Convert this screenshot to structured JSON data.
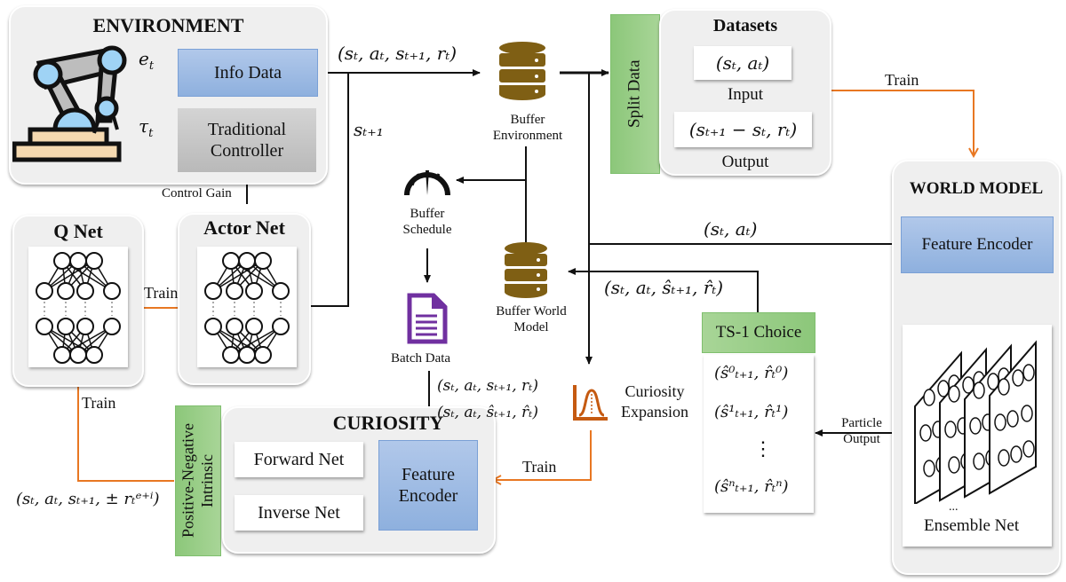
{
  "environment": {
    "title": "ENVIRONMENT",
    "info_data": "Info Data",
    "traditional_controller": "Traditional Controller",
    "input_signal": "e_t",
    "output_signal": "τ_t"
  },
  "flows": {
    "transition": "(sₜ, aₜ, sₜ₊₁, rₜ)",
    "next_state": "sₜ₊₁",
    "control_gain": "Control Gain",
    "state_action": "(sₜ, aₜ)",
    "model_transition": "(sₜ, aₜ, ŝₜ₊₁, r̂ₜ)",
    "batch_real": "(sₜ, aₜ, sₜ₊₁, rₜ)",
    "batch_model": "(sₜ, aₜ, ŝₜ₊₁, r̂ₜ)",
    "intrinsic_tuple": "(sₜ, aₜ, sₜ₊₁, ± rₜᵉ⁺ⁱ)",
    "particle_output": "Particle Output"
  },
  "train_labels": {
    "qnet_to_actor": "Train",
    "datasets_to_world": "Train",
    "curiosity_to_feature": "Train",
    "intrinsic_to_qnet": "Train"
  },
  "buffers": {
    "environment": "Buffer Environment",
    "world_model": "Buffer World Model",
    "schedule": "Buffer Schedule",
    "batch_data": "Batch Data"
  },
  "datasets": {
    "title": "Datasets",
    "split": "Split Data",
    "input_value": "(sₜ, aₜ)",
    "input_label": "Input",
    "output_value": "(sₜ₊₁ − sₜ, rₜ)",
    "output_label": "Output"
  },
  "q_net": {
    "title": "Q Net"
  },
  "actor_net": {
    "title": "Actor Net"
  },
  "world_model": {
    "title": "WORLD MODEL",
    "feature_encoder": "Feature Encoder",
    "ensemble": "Ensemble Net",
    "ellipsis": "..."
  },
  "ts_choice": {
    "title": "TS-1 Choice",
    "particles": [
      "(ŝ⁰ₜ₊₁, r̂ₜ⁰)",
      "(ŝ¹ₜ₊₁, r̂ₜ¹)",
      "⋮",
      "(ŝⁿₜ₊₁, r̂ₜⁿ)"
    ]
  },
  "curiosity": {
    "title": "CURIOSITY",
    "forward": "Forward Net",
    "inverse": "Inverse Net",
    "feature_encoder": "Feature Encoder",
    "intrinsic": "Positive-Negative Intrinsic",
    "expansion": "Curiosity Expansion"
  },
  "colors": {
    "train_arrow": "#e87722",
    "buffer_icon": "#7f5f14",
    "batch_icon": "#7030a0",
    "curiosity_icon": "#c55a11",
    "blue_box": "#9dbbe3",
    "green_box": "#97cd85"
  }
}
